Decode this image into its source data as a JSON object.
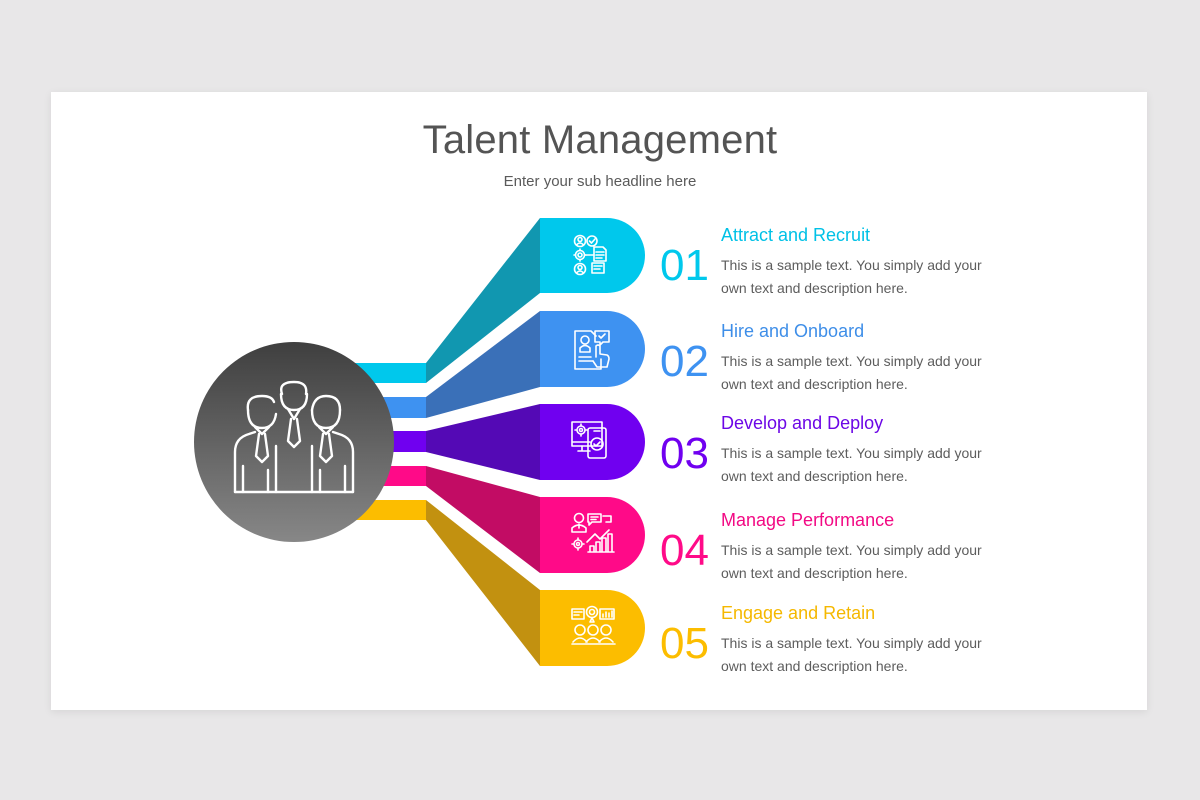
{
  "slide": {
    "title": "Talent Management",
    "subtitle": "Enter your sub headline here"
  },
  "center": {
    "icon": "team-people-icon",
    "gradient": [
      "#3f3f3f",
      "#858585"
    ]
  },
  "steps": [
    {
      "number": "01",
      "heading": "Attract and Recruit",
      "description": "This is a sample text. You simply add your own text and description here.",
      "icon": "recruit-people-documents-icon",
      "color": "#00c8ec",
      "dark_color": "#1197b0"
    },
    {
      "number": "02",
      "heading": "Hire and Onboard",
      "description": "This is a sample text. You simply add your own text and description here.",
      "icon": "hire-resume-hand-icon",
      "color": "#3e92f1",
      "dark_color": "#3a70b8"
    },
    {
      "number": "03",
      "heading": "Develop and Deploy",
      "description": "This is a sample text. You simply add your own text and description here.",
      "icon": "develop-monitor-phone-icon",
      "color": "#7000f0",
      "dark_color": "#5409b5"
    },
    {
      "number": "04",
      "heading": "Manage Performance",
      "description": "This is a sample text. You simply add your own text and description here.",
      "icon": "performance-chart-icon",
      "color": "#ff0a88",
      "dark_color": "#c20c64"
    },
    {
      "number": "05",
      "heading": "Engage and Retain",
      "description": "This is a sample text. You simply add your own text and description here.",
      "icon": "engage-team-icon",
      "color": "#fcbd00",
      "dark_color": "#c29110"
    }
  ]
}
